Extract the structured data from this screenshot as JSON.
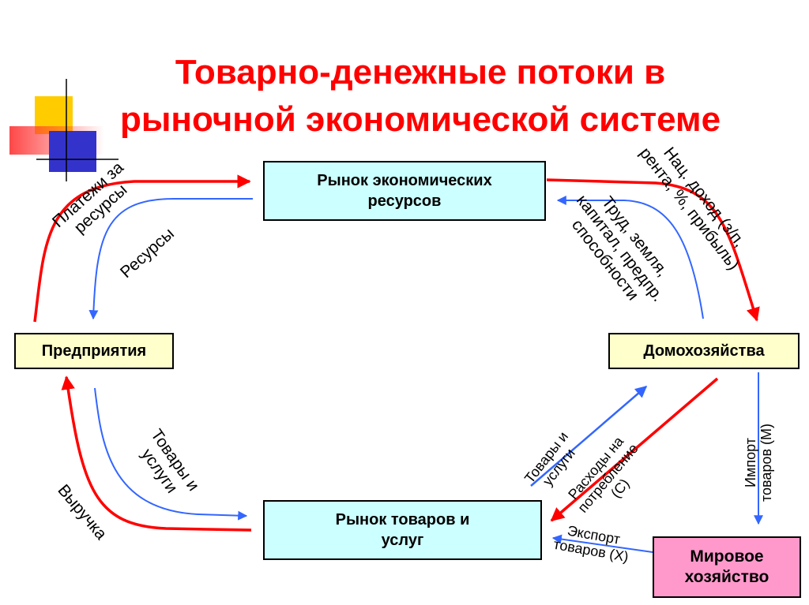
{
  "title": {
    "line1": "Товарно-денежные потоки в",
    "line2": "рыночной экономической системе"
  },
  "nodes": {
    "resource_market": {
      "line1": "Рынок экономических",
      "line2": "ресурсов"
    },
    "enterprises": {
      "label": "Предприятия"
    },
    "households": {
      "label": "Домохозяйства"
    },
    "goods_market": {
      "line1": "Рынок товаров и",
      "line2": "услуг"
    },
    "world_economy": {
      "line1": "Мировое",
      "line2": "хозяйство"
    }
  },
  "flow_labels": {
    "payments_for_resources": {
      "line1": "Платежи за",
      "line2": "ресурсы"
    },
    "resources": {
      "label": "Ресурсы"
    },
    "national_income": {
      "line1": "Нац. доход (з/п,",
      "line2": "рента, %, прибыль)"
    },
    "labor_land": {
      "line1": "Труд, земля,",
      "line2": "капитал, предпр.",
      "line3": "способности"
    },
    "goods_services_left": {
      "line1": "Товары и",
      "line2": "услуги"
    },
    "revenue": {
      "label": "Выручка"
    },
    "goods_services_right": {
      "line1": "Товары и",
      "line2": "услуги"
    },
    "consumption_spending": {
      "line1": "Расходы на",
      "line2": "потребление",
      "line3": "(С)"
    },
    "imports": {
      "line1": "Импорт",
      "line2": "товаров (М)"
    },
    "exports": {
      "line1": "Экспорт",
      "line2": "товаров (Х)"
    }
  },
  "colors": {
    "money_flow": "#ff0000",
    "goods_flow": "#3366ff",
    "market_fill": "#ccffff",
    "agent_fill": "#ffffcc",
    "world_fill": "#ff99cc",
    "title": "#ff0000"
  }
}
